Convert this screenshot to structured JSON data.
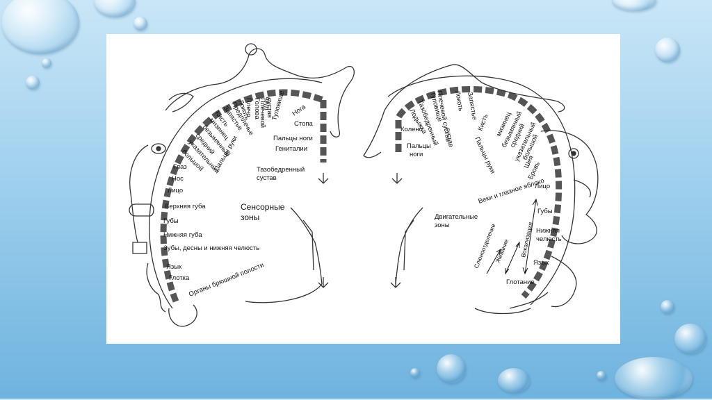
{
  "colors": {
    "background_top": "#c9e6f7",
    "background_bottom": "#6fb3de",
    "panel": "#ffffff",
    "ink": "#111111",
    "bar": "#555555"
  },
  "sensory": {
    "caption_line1": "Сенсорные",
    "caption_line2": "зоны",
    "labels": {
      "leg": "Нога",
      "foot": "Стопа",
      "toes": "Пальцы ноги",
      "genitals": "Гениталии",
      "trunk": "Туловище",
      "neck": "Шея",
      "head": "Голова",
      "shoulder_joint_1": "Плечевой",
      "shoulder_joint_2": "сустав",
      "shoulder": "Плечо",
      "elbow": "Локоть",
      "forearm": "Предплечье",
      "wrist": "Запястье",
      "hand": "Кисть",
      "little_finger": "мизинец",
      "ring_finger": "безымянный",
      "middle_finger": "средний",
      "index_finger": "указательный",
      "thumb": "большой",
      "fingers": "Пальцы руки",
      "eye": "Глаз",
      "nose": "Нос",
      "face": "Лицо",
      "upper_lip": "Верхняя губа",
      "lips": "Губы",
      "lower_lip": "Нижняя губа",
      "teeth": "Зубы, десны и нижняя челюсть",
      "tongue": "Язык",
      "pharynx": "Глотка",
      "abdominal": "Органы брюшной полости",
      "hip_1": "Тазобедренный",
      "hip_2": "сустав"
    }
  },
  "motor": {
    "caption_line1": "Двигательные",
    "caption_line2": "зоны",
    "labels": {
      "hip_joint": "Тазобедренный",
      "ankle": "Лодыжка",
      "knee": "Колено",
      "toes_1": "Пальцы",
      "toes_2": "ноги",
      "trunk": "Туловище",
      "shoulder_joint": "Плечевой сустав",
      "elbow": "Локоть",
      "wrist": "Запястье",
      "hand": "Кисть",
      "joint_word": "сустав",
      "little_finger": "мизинец",
      "ring_finger": "безымянный",
      "middle_finger": "средний",
      "index_finger": "указательный",
      "thumb": "большой",
      "fingers": "Пальцы руки",
      "neck": "Шея",
      "brow": "Бровь",
      "eyelids": "Веки и глазное яблоко",
      "face": "Лицо",
      "lips": "Губы",
      "lower_jaw_1": "Нижняя",
      "lower_jaw_2": "челюсть",
      "tongue": "Язык",
      "swallowing": "Глотание",
      "salivation": "Слюноотделение",
      "chewing": "Жевание",
      "vocalization": "Вокализация"
    }
  }
}
